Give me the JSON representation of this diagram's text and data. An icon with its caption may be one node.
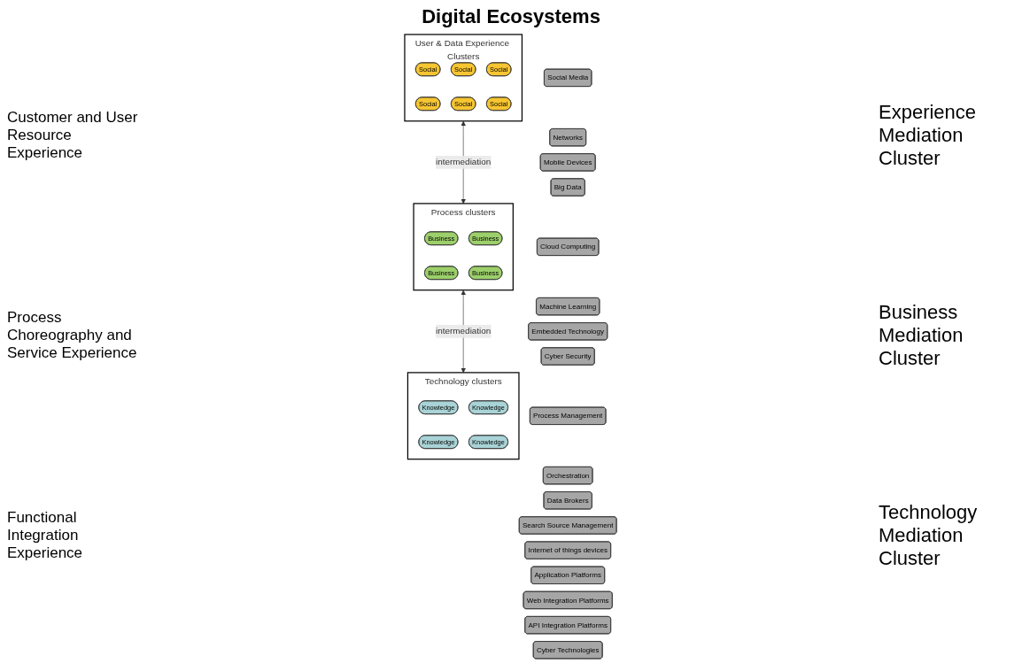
{
  "diagram": {
    "title": "Digital Ecosystems",
    "nodes": [
      {
        "text": [
          "User & Data Experience Clusters"
        ]
      },
      {
        "text": [
          "Social"
        ],
        "in": 0
      },
      {
        "text": [
          "Social"
        ],
        "in": 0
      },
      {
        "text": [
          "Social"
        ],
        "in": 0
      },
      {
        "text": [
          "Social"
        ],
        "in": 0
      },
      {
        "text": [
          "Social"
        ],
        "in": 0
      },
      {
        "text": [
          "Social"
        ],
        "in": 0
      },
      {
        "text": [
          "Process clusters"
        ]
      },
      {
        "text": [
          "Business"
        ],
        "in": 7
      },
      {
        "text": [
          "Business"
        ],
        "in": 7
      },
      {
        "text": [
          "Business"
        ],
        "in": 7
      },
      {
        "text": [
          "Business"
        ],
        "in": 7
      },
      {
        "text": [
          "Technology clusters"
        ]
      },
      {
        "text": [
          "Knowledge"
        ],
        "in": 12
      },
      {
        "text": [
          "Knowledge"
        ],
        "in": 12
      },
      {
        "text": [
          "Knowledge"
        ],
        "in": 12
      },
      {
        "text": [
          "Knowledge"
        ],
        "in": 12
      },
      {
        "text": [
          "Social Media"
        ]
      },
      {
        "text": [
          "Networks"
        ]
      },
      {
        "text": [
          "Mobile Devices"
        ]
      },
      {
        "text": [
          "Big Data"
        ]
      },
      {
        "text": [
          "Cloud Computing"
        ]
      },
      {
        "text": [
          "Machine Learning"
        ]
      },
      {
        "text": [
          "Embedded Technology"
        ]
      },
      {
        "text": [
          "Cyber Security"
        ]
      },
      {
        "text": [
          "Process Management"
        ]
      },
      {
        "text": [
          "Orchestration"
        ]
      },
      {
        "text": [
          "Data Brokers"
        ]
      },
      {
        "text": [
          "Search Source Management"
        ]
      },
      {
        "text": [
          "Internet of things devices"
        ]
      },
      {
        "text": [
          "Application Platforms"
        ]
      },
      {
        "text": [
          "Web Integration Platforms"
        ]
      },
      {
        "text": [
          "API Integration Platforms"
        ]
      },
      {
        "text": [
          "Cyber Technologies"
        ]
      }
    ],
    "edges": [
      {
        "from": 0,
        "to": 7,
        "arrow": "both",
        "label": "intermediation"
      },
      {
        "from": 7,
        "to": 12,
        "arrow": "both",
        "label": "intermediation"
      }
    ],
    "labels": [
      "Customer and User Resource Experience",
      "Experience Mediation Cluster",
      "Process Choreography and Service Experience",
      "Business Mediation Cluster",
      "Functional Integration Experience",
      "Technology Mediation Cluster"
    ]
  }
}
